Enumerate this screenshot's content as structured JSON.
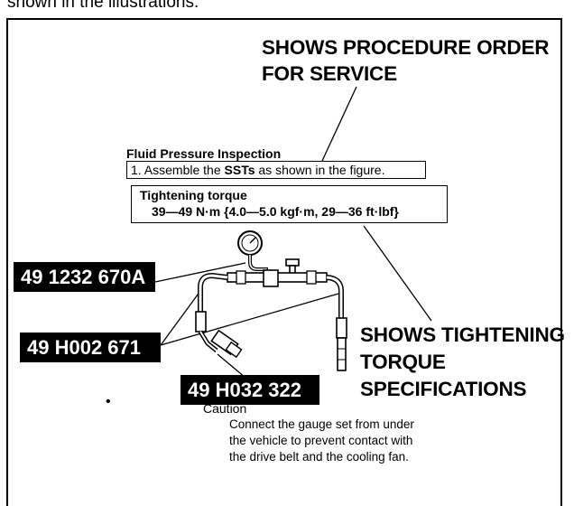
{
  "intro_text": "shown in the illustrations.",
  "callouts": {
    "procedure_order": [
      "SHOWS PROCEDURE ORDER",
      "FOR SERVICE"
    ],
    "tightening_torque": [
      "SHOWS TIGHTENING",
      "TORQUE",
      "SPECIFICATIONS"
    ]
  },
  "inspection": {
    "heading": "Fluid Pressure Inspection",
    "step_prefix": "1. Assemble the ",
    "step_bold": "SSTs",
    "step_suffix": " as shown in the figure."
  },
  "torque": {
    "title": "Tightening torque",
    "value": "39—49 N·m {4.0—5.0 kgf·m, 29—36 ft·lbf}"
  },
  "parts": [
    "49 1232 670A",
    "49 H002 671",
    "49 H032 322"
  ],
  "caution": {
    "bullet": "•",
    "title": "Caution",
    "lines": [
      "Connect the gauge set from under",
      "the vehicle to prevent contact with",
      "the drive belt and the cooling fan."
    ]
  },
  "icons": [
    "pressure-gauge-icon"
  ]
}
